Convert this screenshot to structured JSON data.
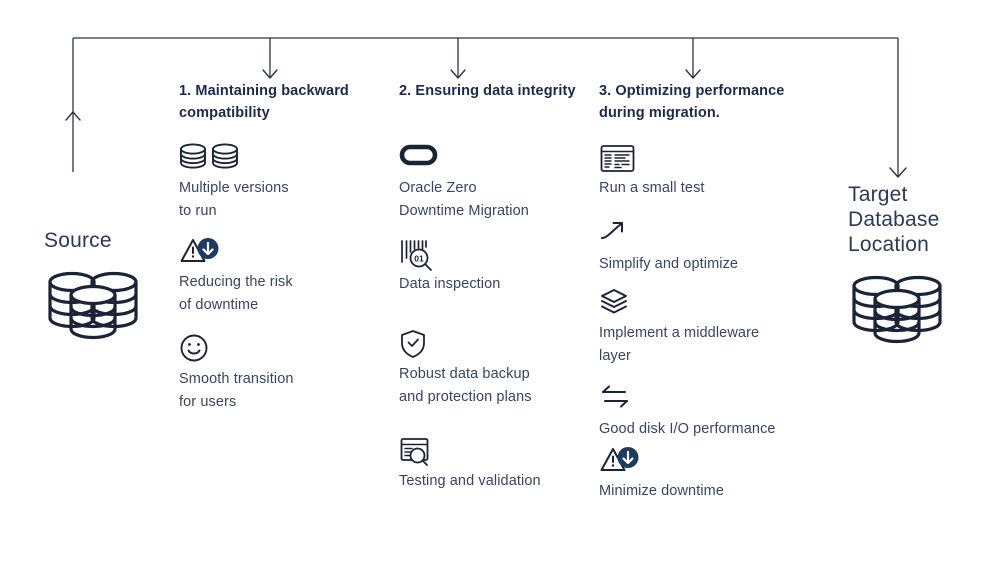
{
  "diagram": {
    "title_colors": {
      "heading": "#1b2a4a",
      "body": "#384560",
      "line": "#2b3447",
      "icon": "#1b2336",
      "icon_accent": "#1f3a5f",
      "background": "#ffffff"
    },
    "source": {
      "label": "Source",
      "icon": "database-stack-icon"
    },
    "target": {
      "label": "Target\nDatabase\nLocation",
      "icon": "database-stack-icon"
    },
    "columns": [
      {
        "heading": "1. Maintaining backward compatibility",
        "items": [
          {
            "icon": "multiple-databases-icon",
            "label": "Multiple versions\nto run"
          },
          {
            "icon": "warning-downtime-icon",
            "label": "Reducing the risk\nof downtime"
          },
          {
            "icon": "smiley-face-icon",
            "label": "Smooth transition\nfor users"
          }
        ]
      },
      {
        "heading": "2. Ensuring data integrity",
        "items": [
          {
            "icon": "oracle-logo-icon",
            "label": "Oracle Zero\nDowntime Migration"
          },
          {
            "icon": "data-inspection-icon",
            "label": "Data inspection"
          },
          {
            "icon": "shield-check-icon",
            "label": "Robust data backup\nand protection plans"
          },
          {
            "icon": "testing-validation-icon",
            "label": "Testing and validation"
          }
        ]
      },
      {
        "heading": "3. Optimizing performance during migration.",
        "items": [
          {
            "icon": "window-code-icon",
            "label": "Run a small test"
          },
          {
            "icon": "trending-up-arrow-icon",
            "label": "Simplify and optimize"
          },
          {
            "icon": "layers-icon",
            "label": "Implement a middleware\nlayer"
          },
          {
            "icon": "transfer-arrows-icon",
            "label": "Good disk I/O performance"
          },
          {
            "icon": "warning-downtime-icon",
            "label": "Minimize downtime"
          }
        ]
      }
    ]
  }
}
